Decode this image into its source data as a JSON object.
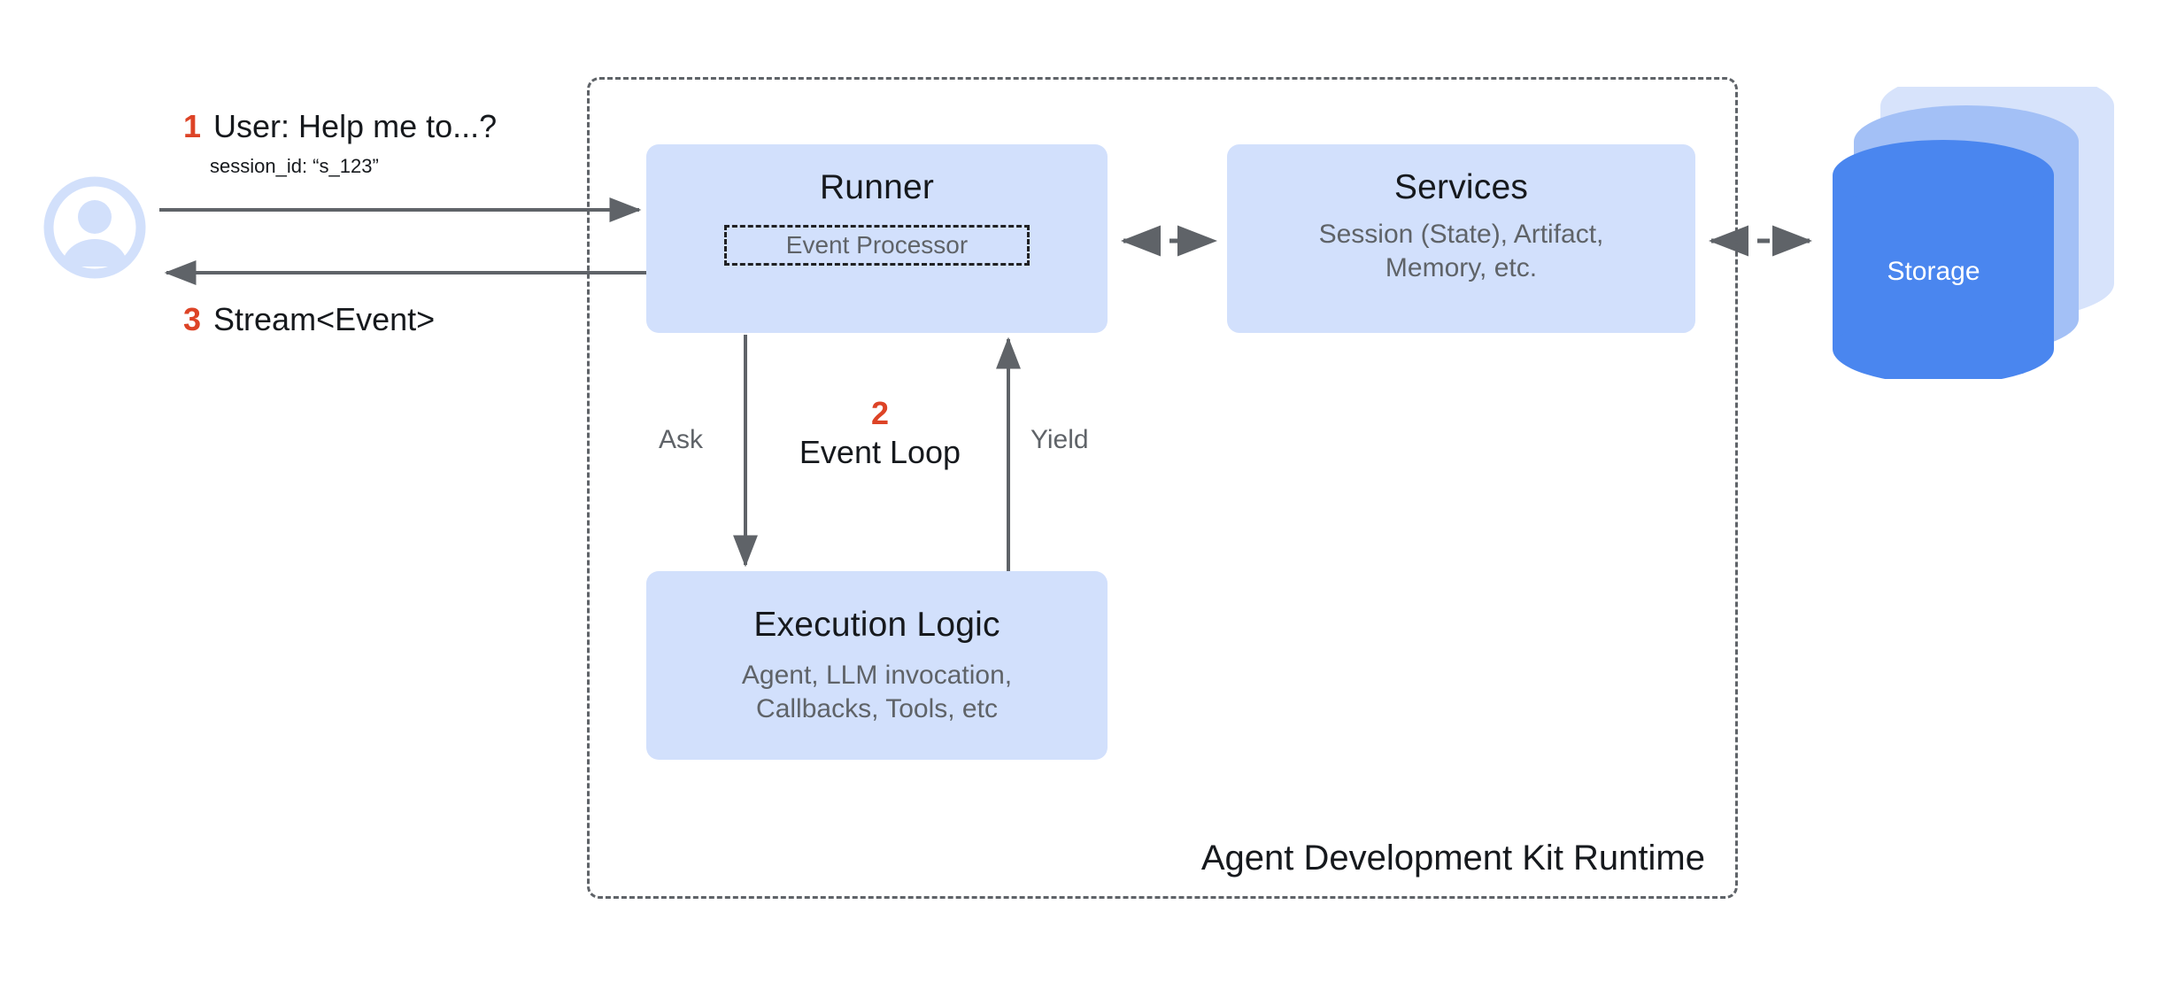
{
  "colors": {
    "node_fill": "#d2e0fc",
    "accent_number": "#dd4326",
    "text_primary": "#16191d",
    "text_secondary": "#5f6368",
    "arrow": "#5f6368",
    "storage_front": "#4a86ef",
    "storage_mid": "#a3c0f6",
    "storage_back": "#d7e3fb",
    "avatar": "#d2e0fb"
  },
  "annotations": {
    "step1": {
      "number": "1",
      "text": "User: Help me to...?",
      "sub": "session_id: “s_123”"
    },
    "step3": {
      "number": "3",
      "text": "Stream<Event>"
    },
    "event_loop": {
      "number": "2",
      "text": "Event Loop"
    },
    "ask_edge": "Ask",
    "yield_edge": "Yield"
  },
  "nodes": {
    "runner": {
      "title": "Runner",
      "inner_box": "Event Processor"
    },
    "services": {
      "title": "Services",
      "subtitle": "Session (State), Artifact,\nMemory, etc."
    },
    "execution_logic": {
      "title": "Execution Logic",
      "subtitle": "Agent, LLM invocation,\nCallbacks, Tools, etc"
    },
    "storage": {
      "label": "Storage"
    }
  },
  "container": {
    "label": "Agent Development Kit Runtime"
  },
  "icons": {
    "user_avatar": "user-avatar-icon",
    "storage_cylinder": "database-cylinder-icon"
  }
}
